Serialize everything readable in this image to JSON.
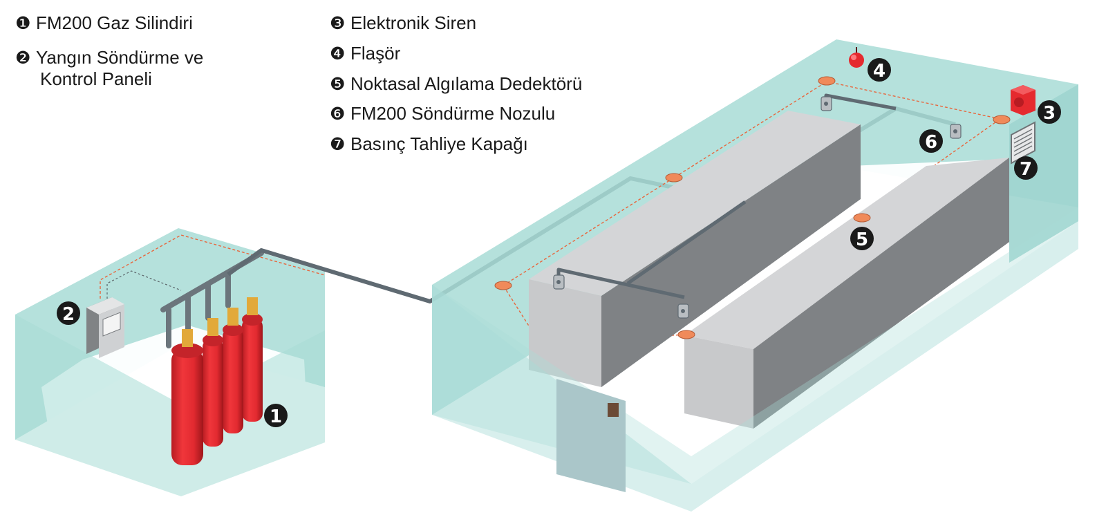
{
  "legend": {
    "left": [
      {
        "number": "❶",
        "label": "FM200 Gaz Silindiri",
        "cont": ""
      },
      {
        "number": "❷",
        "label": "Yangın Söndürme ve",
        "cont": "Kontrol Paneli"
      }
    ],
    "right": [
      {
        "number": "❸",
        "label": "Elektronik Siren"
      },
      {
        "number": "❹",
        "label": "Flaşör"
      },
      {
        "number": "❺",
        "label": "Noktasal Algılama Dedektörü"
      },
      {
        "number": "❻",
        "label": "FM200 Söndürme Nozulu"
      },
      {
        "number": "❼",
        "label": "Basınç Tahliye Kapağı"
      }
    ]
  },
  "callouts": {
    "c1": "1",
    "c2": "2",
    "c3": "3",
    "c4": "4",
    "c5": "5",
    "c6": "6",
    "c7": "7"
  },
  "colors": {
    "room_glass": "#a8dcd6",
    "room_edge": "#7cc4bc",
    "floor": "#ffffff",
    "cylinder": "#e52a2f",
    "valve": "#e2a93a",
    "pipe": "#5f6a72",
    "detector": "#f08a5a",
    "wiring": "#e8663d",
    "cabinet_light": "#cfd1d3",
    "cabinet_dark": "#808385",
    "callout_bg": "#1a1a1a"
  }
}
